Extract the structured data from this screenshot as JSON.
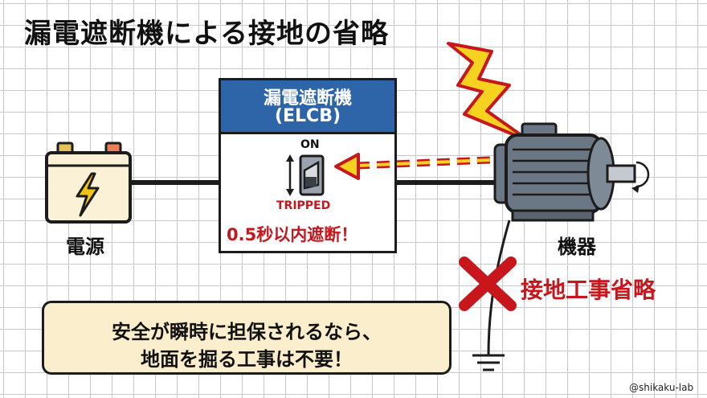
{
  "title": "漏電遮断機による接地の省略",
  "elcb": {
    "name": "漏電遮断機",
    "abbr": "(ELCB)",
    "switch_on_label": "ON",
    "switch_state_label": "TRIPPED",
    "trip_time_text": "0.5秒以内遮断！"
  },
  "power_source": {
    "label": "電源",
    "icon": "lightning-icon"
  },
  "device": {
    "label": "機器",
    "icon": "motor-icon"
  },
  "grounding": {
    "omit_label": "接地工事省略",
    "icon": "cross-mark-icon"
  },
  "note": {
    "line1": "安全が瞬時に担保されるなら、",
    "line2": "地面を掘る工事は不要！"
  },
  "credit": "@shikaku-lab",
  "colors": {
    "accent_red": "#c8161d",
    "header_blue": "#2e65a9",
    "note_bg": "#fbeecd",
    "bolt_yellow": "#f5d21f",
    "motor_gray": "#6b7784"
  }
}
